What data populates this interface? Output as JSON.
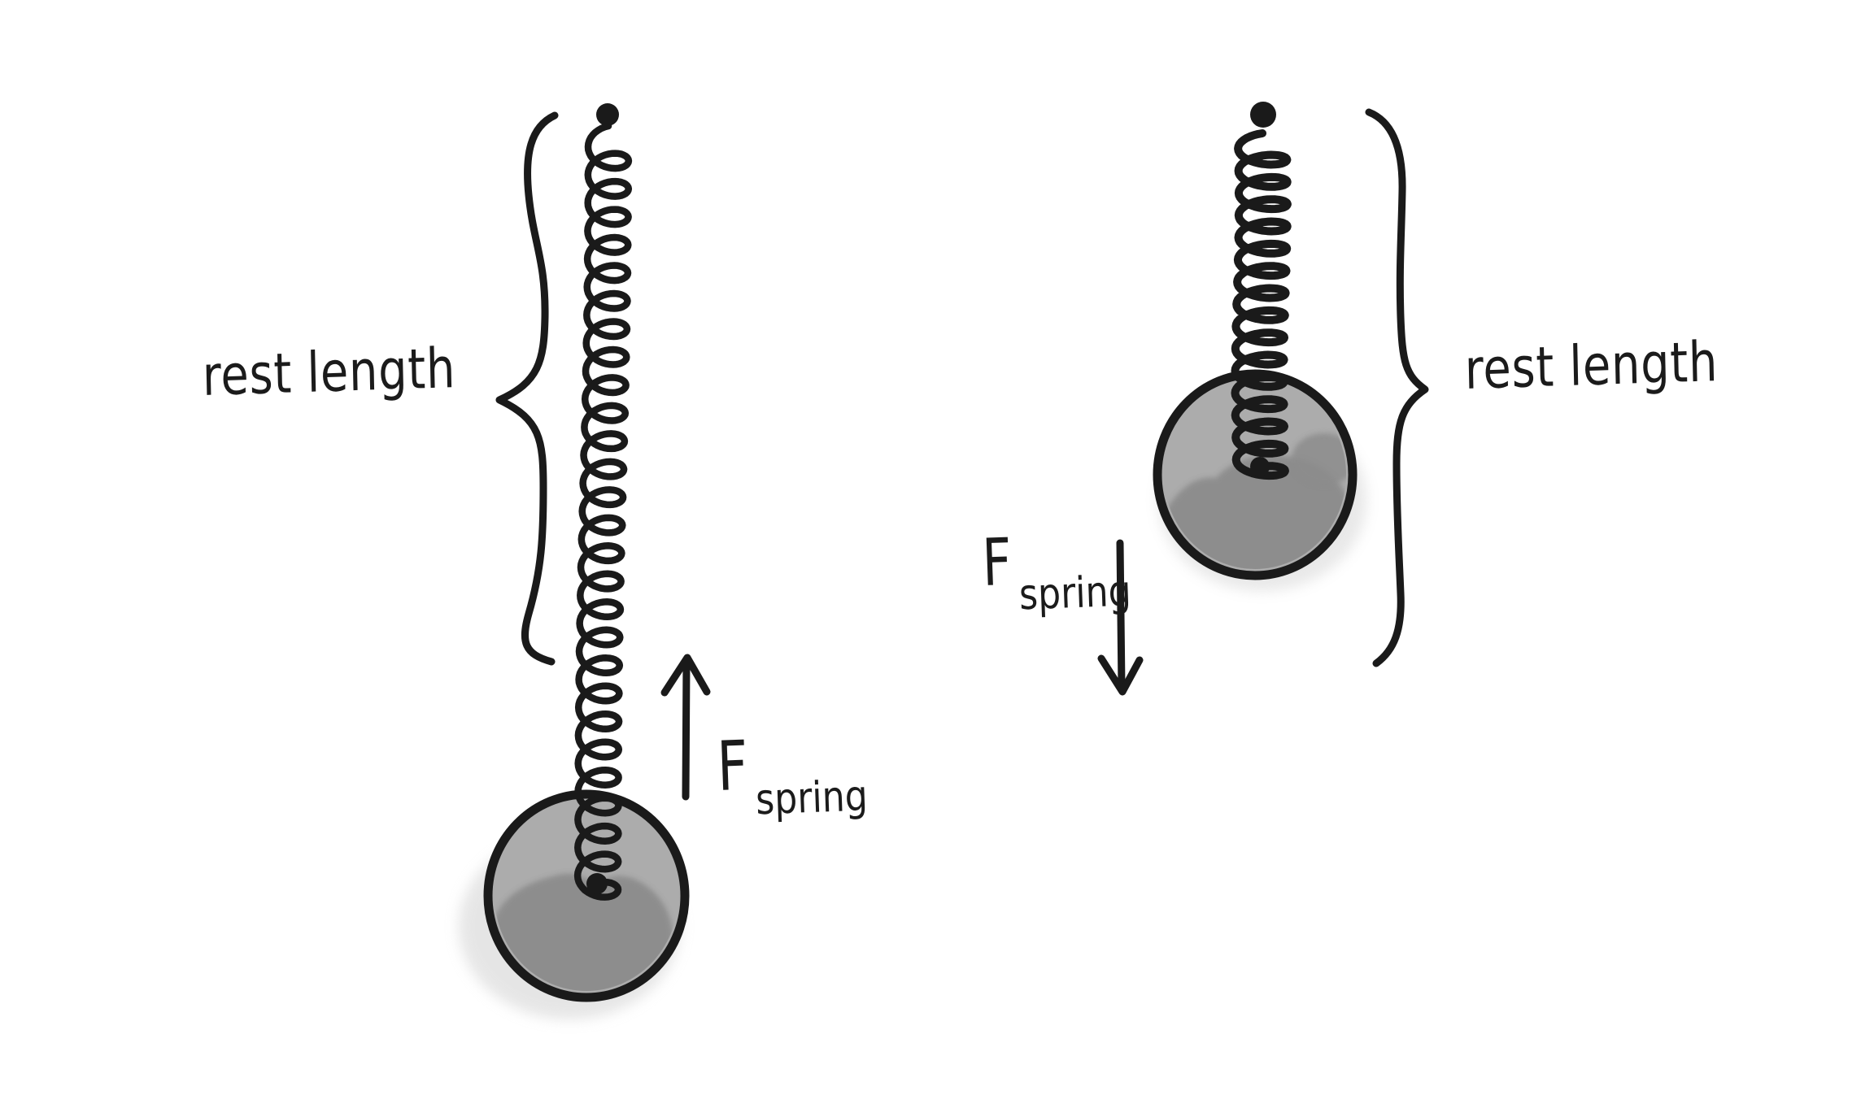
{
  "diagram": {
    "left_figure": {
      "rest_length_label": "rest length",
      "force_label": {
        "main": "F",
        "sub": "spring"
      },
      "force_arrow_direction": "up",
      "spring_state": "stretched"
    },
    "right_figure": {
      "rest_length_label": "rest length",
      "force_label": {
        "main": "F",
        "sub": "spring"
      },
      "force_arrow_direction": "down",
      "spring_state": "compressed"
    }
  },
  "colors": {
    "ink": "#1a1a1a",
    "ball_fill": "#acacac",
    "ball_shade": "#8c8c8c",
    "ball_halo": "#cdcdcd",
    "background": "#ffffff"
  }
}
